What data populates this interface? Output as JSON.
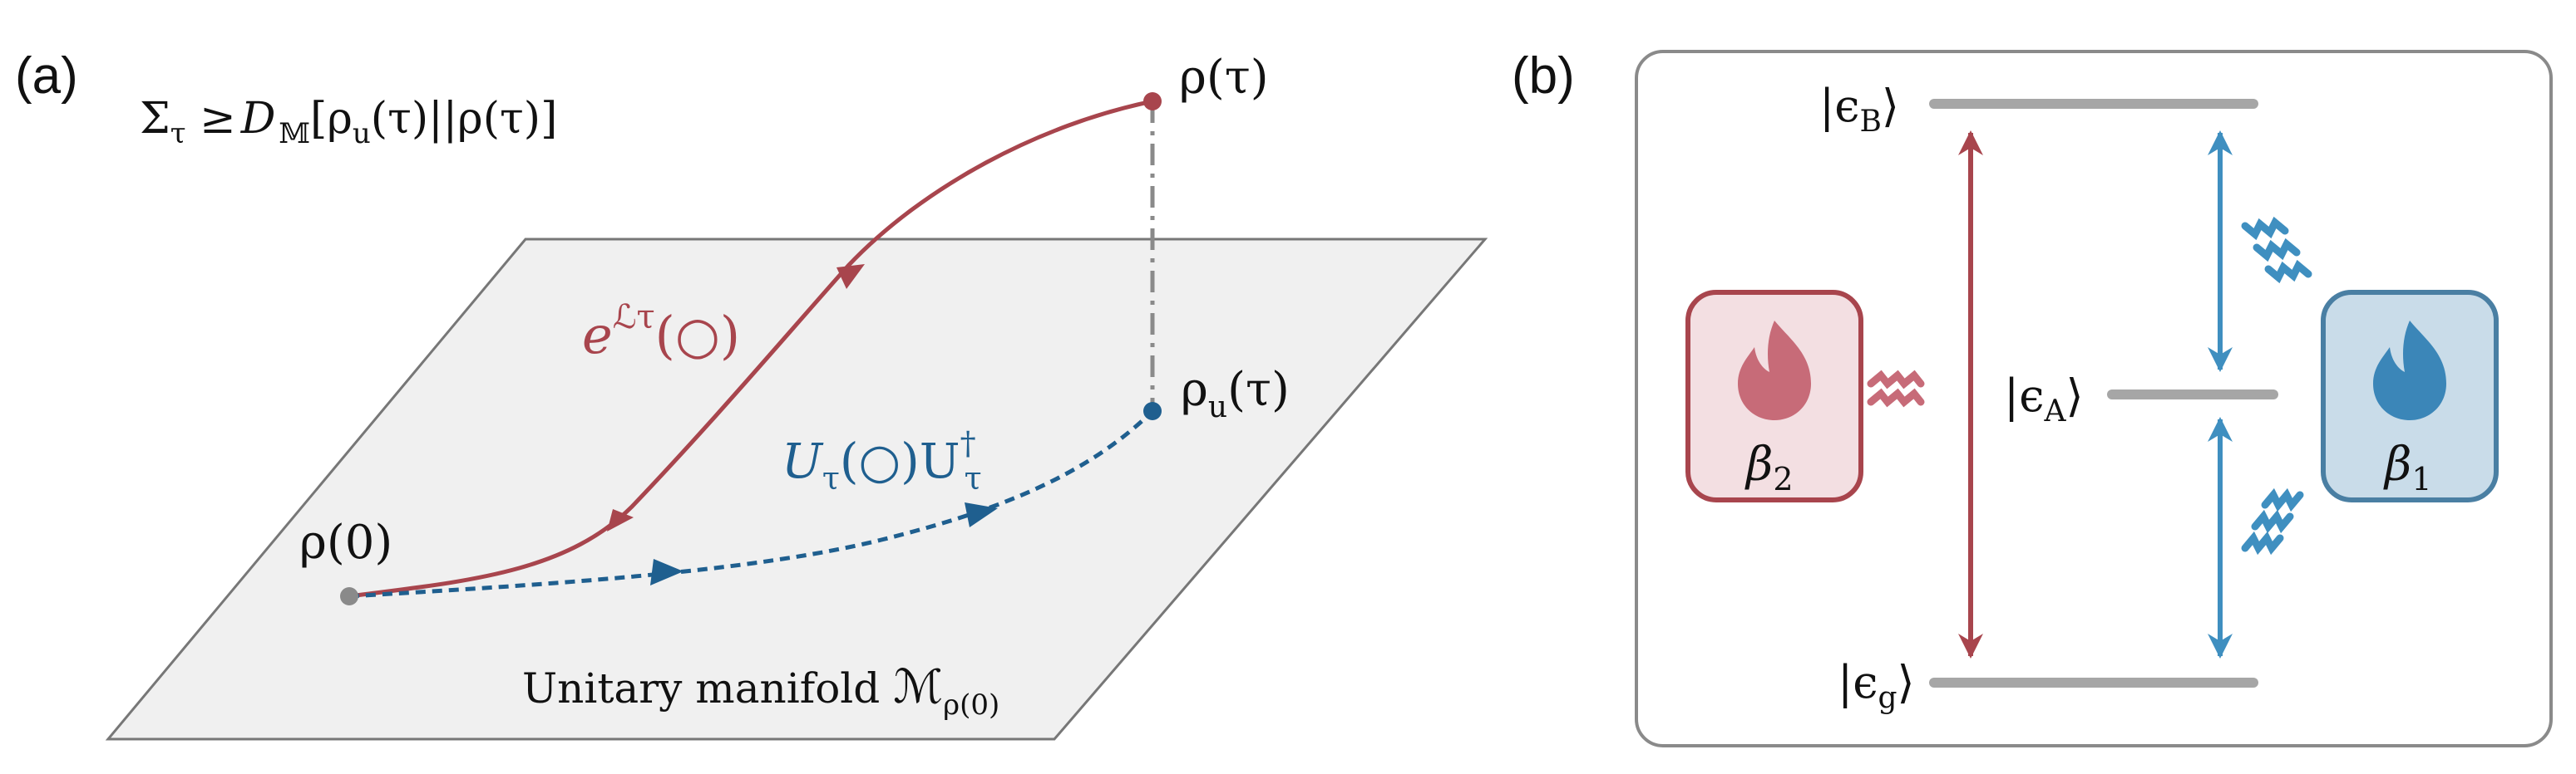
{
  "colors": {
    "red": "#a8454d",
    "blue": "#1f5f8f",
    "blue_light": "#3f8fc0",
    "gray": "#8a8a8a",
    "plane_fill": "#f0f0f0",
    "pink_fill": "#f3dfe2",
    "pink_flame": "#c76b78",
    "blue_fill": "#c9dce9",
    "blue_flame": "#3b86b8"
  },
  "panel_a": {
    "label": "(a)",
    "bound": {
      "lhs": "Σ",
      "lhs_sub": "τ",
      "rel": " ≥",
      "D": "D",
      "D_sub": "𝕄",
      "args": "[ρ",
      "u_sub": "u",
      "args2": "(τ)||ρ(τ)]"
    },
    "rho_tau": "ρ(τ)",
    "rho_u_tau": {
      "main": "ρ",
      "sub": "u",
      "rest": "(τ)"
    },
    "rho_0": "ρ(0)",
    "lindblad": {
      "base": "e",
      "sup": "ℒτ",
      "arg": "(○)"
    },
    "unitary": {
      "U": "U",
      "sub": "τ",
      "mid": "(○)U",
      "sup": "†",
      "sub2": "τ"
    },
    "manifold": {
      "text": "Unitary manifold ",
      "M": "ℳ",
      "sub": "ρ(0)"
    }
  },
  "panel_b": {
    "label": "(b)",
    "eps_B": {
      "bar": "|ϵ",
      "sub": "B",
      "ket": "⟩"
    },
    "eps_A": {
      "bar": "|ϵ",
      "sub": "A",
      "ket": "⟩"
    },
    "eps_g": {
      "bar": "|ϵ",
      "sub": "g",
      "ket": "⟩"
    },
    "beta_2": {
      "main": "β",
      "sub": "2"
    },
    "beta_1": {
      "main": "β",
      "sub": "1"
    }
  }
}
